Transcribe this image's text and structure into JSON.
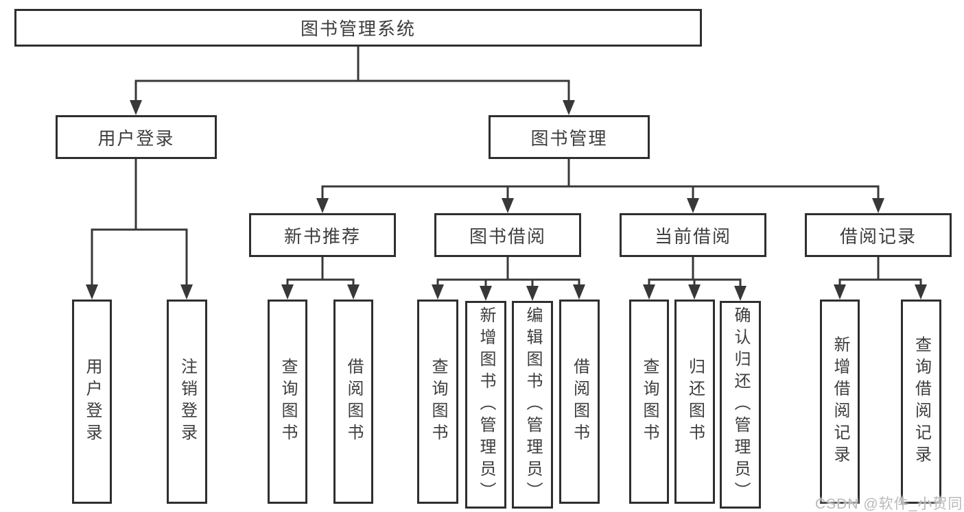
{
  "diagram_title": "图书管理系统",
  "watermark": {
    "text": "CSDN @软件_小贺同学"
  },
  "colors": {
    "background": "#ffffff",
    "line": "#383838",
    "box_border": "#2e2e2e",
    "text": "#3d3d3d",
    "watermark": "#b9b9b9"
  },
  "nodes": [
    {
      "id": "root",
      "label": "图书管理系统",
      "shape": "horizontal",
      "level": 1
    },
    {
      "id": "user-login",
      "label": "用户登录",
      "shape": "horizontal",
      "level": 2
    },
    {
      "id": "book-management",
      "label": "图书管理",
      "shape": "horizontal",
      "level": 2
    },
    {
      "id": "new-book-recommend",
      "label": "新书推荐",
      "shape": "horizontal",
      "level": 3
    },
    {
      "id": "book-borrowing",
      "label": "图书借阅",
      "shape": "horizontal",
      "level": 3
    },
    {
      "id": "current-borrowing",
      "label": "当前借阅",
      "shape": "horizontal",
      "level": 3
    },
    {
      "id": "borrowing-records",
      "label": "借阅记录",
      "shape": "horizontal",
      "level": 3
    },
    {
      "id": "leaf-user-login",
      "label": "用户登录",
      "shape": "vertical",
      "level": 4
    },
    {
      "id": "leaf-logout",
      "label": "注销登录",
      "shape": "vertical",
      "level": 4
    },
    {
      "id": "leaf-query-book-recommend",
      "label": "查询图书",
      "shape": "vertical",
      "level": 4
    },
    {
      "id": "leaf-borrow-book-recommend",
      "label": "借阅图书",
      "shape": "vertical",
      "level": 4
    },
    {
      "id": "leaf-query-book-borrowing",
      "label": "查询图书",
      "shape": "vertical",
      "level": 4
    },
    {
      "id": "leaf-add-book-admin",
      "label": "新增图书（管理员）",
      "shape": "vertical",
      "level": 4
    },
    {
      "id": "leaf-edit-book-admin",
      "label": "编辑图书（管理员）",
      "shape": "vertical",
      "level": 4
    },
    {
      "id": "leaf-borrow-book-borrowing",
      "label": "借阅图书",
      "shape": "vertical",
      "level": 4
    },
    {
      "id": "leaf-query-book-current",
      "label": "查询图书",
      "shape": "vertical",
      "level": 4
    },
    {
      "id": "leaf-return-book",
      "label": "归还图书",
      "shape": "vertical",
      "level": 4
    },
    {
      "id": "leaf-confirm-return-admin",
      "label": "确认归还（管理员）",
      "shape": "vertical",
      "level": 4
    },
    {
      "id": "leaf-add-borrow-record",
      "label": "新增借阅记录",
      "shape": "vertical",
      "level": 4
    },
    {
      "id": "leaf-query-borrow-record",
      "label": "查询借阅记录",
      "shape": "vertical",
      "level": 4
    }
  ],
  "edges": [
    {
      "from": "root",
      "to": [
        "user-login",
        "book-management"
      ]
    },
    {
      "from": "user-login",
      "to": [
        "leaf-user-login",
        "leaf-logout"
      ]
    },
    {
      "from": "book-management",
      "to": [
        "new-book-recommend",
        "book-borrowing",
        "current-borrowing",
        "borrowing-records"
      ]
    },
    {
      "from": "new-book-recommend",
      "to": [
        "leaf-query-book-recommend",
        "leaf-borrow-book-recommend"
      ]
    },
    {
      "from": "book-borrowing",
      "to": [
        "leaf-query-book-borrowing",
        "leaf-add-book-admin",
        "leaf-edit-book-admin",
        "leaf-borrow-book-borrowing"
      ]
    },
    {
      "from": "current-borrowing",
      "to": [
        "leaf-query-book-current",
        "leaf-return-book",
        "leaf-confirm-return-admin"
      ]
    },
    {
      "from": "borrowing-records",
      "to": [
        "leaf-add-borrow-record",
        "leaf-query-borrow-record"
      ]
    }
  ]
}
